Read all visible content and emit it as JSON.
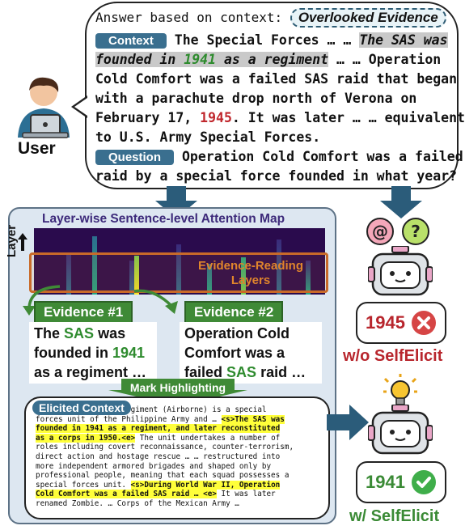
{
  "user": {
    "label": "User"
  },
  "prompt": {
    "instruction": "Answer based on context:",
    "overlooked": "Overlooked Evidence",
    "context_tag": "Context",
    "c1": "The Special Forces … …",
    "c1_italic": "The SAS was",
    "c2_italic_a": "founded in",
    "c2_year": "1941",
    "c2_italic_b": "as a regiment",
    "c2_rest": "… … Operation",
    "c3": "Cold Comfort was a failed SAS raid that began",
    "c4": "with a parachute drop north of Verona on",
    "c5a": "February 17,",
    "c5_year": "1945",
    "c5b": ". It was later … … equivalent",
    "c6": "to U.S. Army Special Forces.",
    "question_tag": "Question",
    "q1": "Operation Cold Comfort was a failed",
    "q2": "raid by a special force founded in what year?"
  },
  "attention": {
    "title": "Layer-wise Sentence-level Attention Map",
    "y_axis": "Layer",
    "evidence_layers": "Evidence-Reading Layers",
    "heat_colors": [
      "#2a0b4d",
      "#3b2a7a",
      "#2d6e8e",
      "#22a884",
      "#7ad151",
      "#fde725"
    ]
  },
  "evidence": [
    {
      "tag": "Evidence #1",
      "l1a": "The",
      "l1b": "SAS",
      "l1c": "was",
      "l2a": "founded in",
      "l2b": "1941",
      "l3": "as a regiment …"
    },
    {
      "tag": "Evidence #2",
      "l1": "Operation Cold",
      "l2": "Comfort was a",
      "l3a": "failed",
      "l3b": "SAS",
      "l3c": "raid …"
    }
  ],
  "mark": {
    "label": "Mark Highlighting"
  },
  "elicited": {
    "tag": "Elicited Context",
    "t1": "egiment (Airborne) is a special",
    "t2": "forces unit of the Philippine Army and … ",
    "s1": "<s>",
    "h1": "The SAS was",
    "h2": "founded in 1941 as a regiment, and later reconstituted",
    "h3": "as a corps in 1950.",
    "e1": "<e>",
    "t3": " The unit undertakes a number of",
    "t4": "roles including covert reconnaissance, counter-terrorism,",
    "t5": "direct action and hostage rescue … … restructured into",
    "t6": "more independent armored brigades and shaped only by",
    "t7": "professional people, meaning that each squad possesses a",
    "t8": "special forces unit. ",
    "s2": "<s>",
    "h4": "During World War II, Operation",
    "h5": "Cold Comfort was a failed SAS raid …",
    "e2": " <e>",
    "t9": " It was later",
    "t10": "renamed Zombie. … Corps of the Mexican Army …"
  },
  "results": {
    "wrong_answer": "1945",
    "wrong_label": "w/o SelfElicit",
    "right_answer": "1941",
    "right_label": "w/ SelfElicit",
    "wrong_color": "#b8262d",
    "right_color": "#3a8a35",
    "q_mark": "?",
    "at_mark": "@"
  }
}
